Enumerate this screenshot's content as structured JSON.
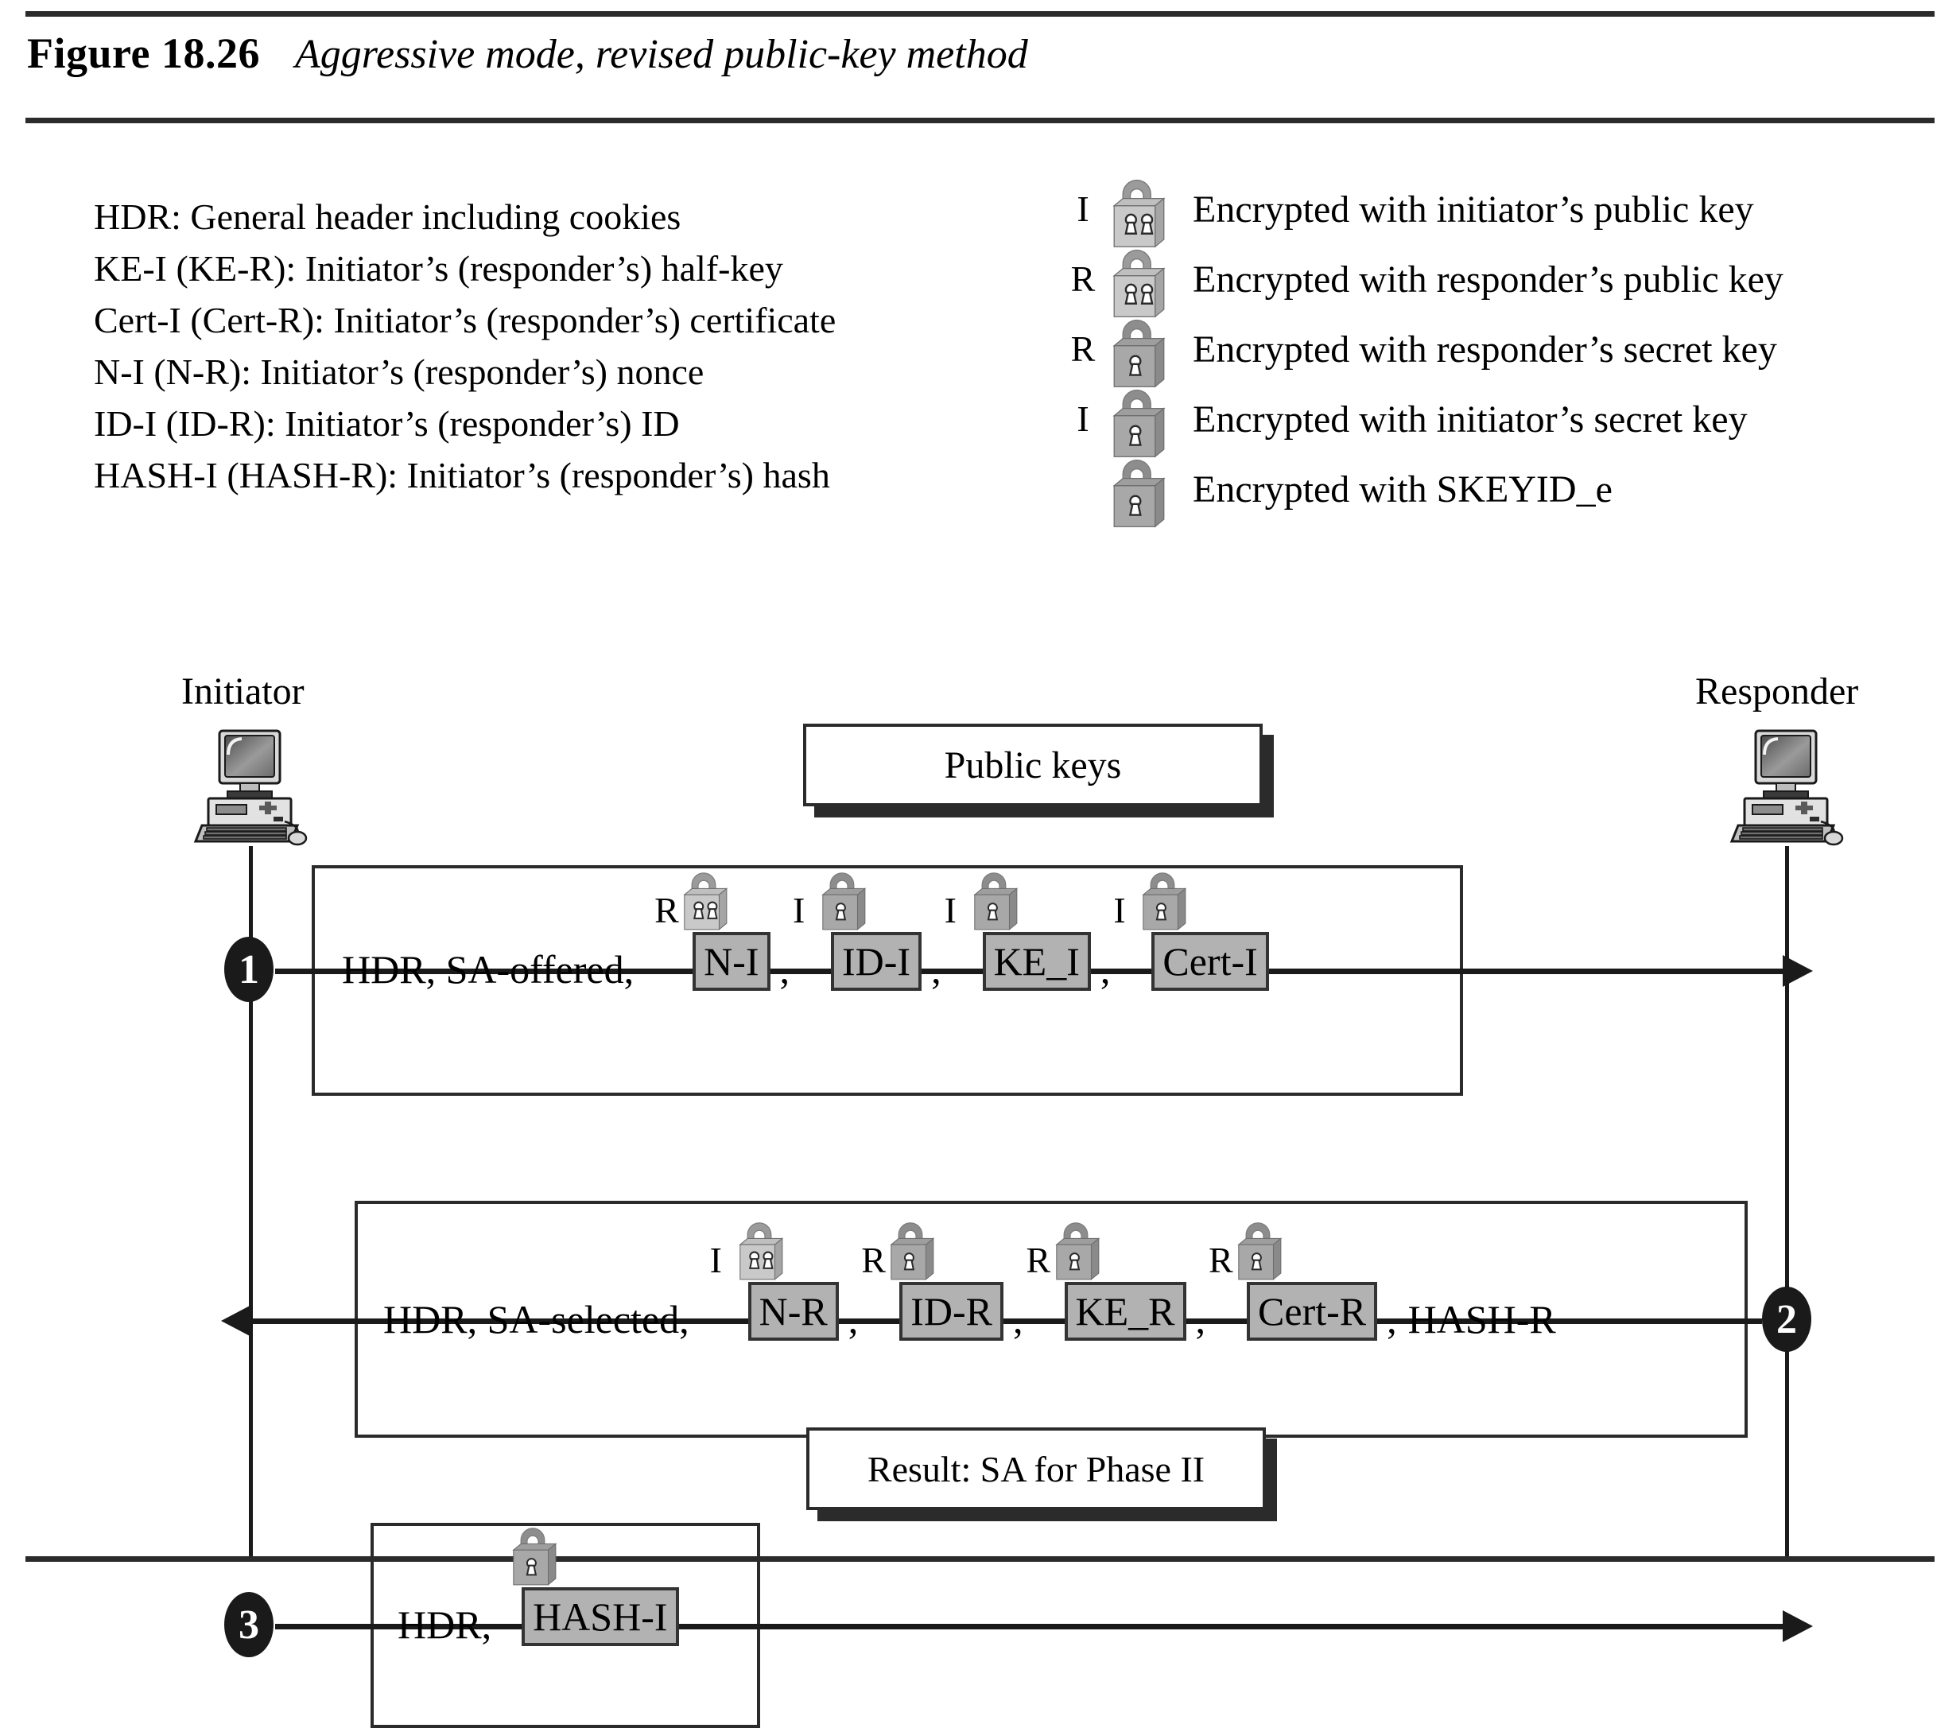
{
  "figure": {
    "number": "Figure 18.26",
    "title": "Aggressive mode, revised public-key method"
  },
  "left_legend": [
    "HDR: General header including cookies",
    "KE-I (KE-R): Initiator’s (responder’s) half-key",
    "Cert-I (Cert-R): Initiator’s (responder’s) certificate",
    "N-I (N-R): Initiator’s (responder’s) nonce",
    "ID-I (ID-R): Initiator’s (responder’s) ID",
    "HASH-I (HASH-R): Initiator’s (responder’s) hash"
  ],
  "right_legend": [
    {
      "key": "I",
      "icon": "padlock-public-icon",
      "keyholes": 2,
      "text": "Encrypted with initiator’s public key"
    },
    {
      "key": "R",
      "icon": "padlock-public-icon",
      "keyholes": 2,
      "text": "Encrypted with responder’s public key"
    },
    {
      "key": "R",
      "icon": "padlock-secret-icon",
      "keyholes": 1,
      "text": "Encrypted with responder’s secret key"
    },
    {
      "key": "I",
      "icon": "padlock-secret-icon",
      "keyholes": 1,
      "text": "Encrypted with initiator’s secret key"
    },
    {
      "key": "",
      "icon": "padlock-skeyid-icon",
      "keyholes": 1,
      "text": "Encrypted with SKEYID_e"
    }
  ],
  "diagram": {
    "initiator_label": "Initiator",
    "responder_label": "Responder",
    "public_keys_box": "Public keys",
    "result_box": "Result: SA for Phase II",
    "messages": [
      {
        "step": "1",
        "direction": "right",
        "prefix": "HDR, SA-offered,",
        "items": [
          {
            "key": "R",
            "keyholes": 2,
            "label": "N-I",
            "trailing": ","
          },
          {
            "key": "I",
            "keyholes": 1,
            "label": "ID-I",
            "trailing": ","
          },
          {
            "key": "I",
            "keyholes": 1,
            "label": "KE_I",
            "trailing": ","
          },
          {
            "key": "I",
            "keyholes": 1,
            "label": "Cert-I",
            "trailing": ""
          }
        ],
        "suffix": ""
      },
      {
        "step": "2",
        "direction": "left",
        "prefix": "HDR, SA-selected,",
        "items": [
          {
            "key": "I",
            "keyholes": 2,
            "label": "N-R",
            "trailing": ","
          },
          {
            "key": "R",
            "keyholes": 1,
            "label": "ID-R",
            "trailing": ","
          },
          {
            "key": "R",
            "keyholes": 1,
            "label": "KE_R",
            "trailing": ","
          },
          {
            "key": "R",
            "keyholes": 1,
            "label": "Cert-R",
            "trailing": ","
          }
        ],
        "suffix": "HASH-R"
      },
      {
        "step": "3",
        "direction": "right",
        "prefix": "HDR,",
        "items": [
          {
            "key": "",
            "keyholes": 1,
            "label": "HASH-I",
            "trailing": ""
          }
        ],
        "suffix": ""
      }
    ]
  },
  "colors": {
    "ink": "#1a1a1a",
    "rule": "#2b2b2b",
    "databox_fill": "#b2b2b2",
    "lock_light": "#c9c9c9",
    "lock_dark": "#9a9a9a",
    "lock_side": "#8a8a8a",
    "lock_shackle": "#8f8f8f"
  }
}
